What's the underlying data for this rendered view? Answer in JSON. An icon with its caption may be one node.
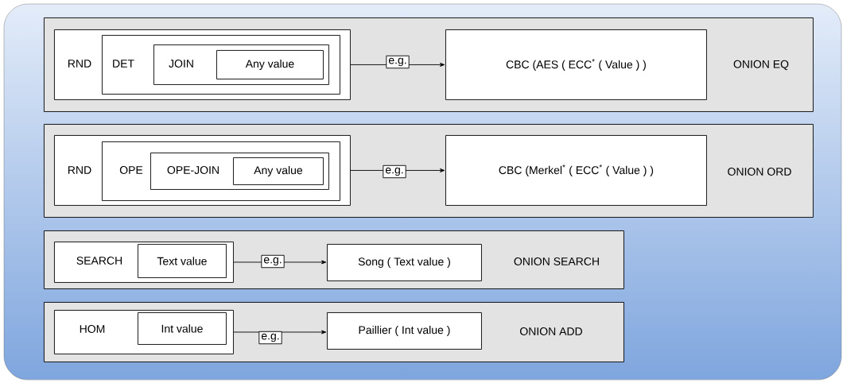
{
  "diagram": {
    "nodes": [
      {
        "text": [
          "ONION EQ"
        ]
      },
      {
        "text": [
          "RND"
        ],
        "in": 0
      },
      {
        "text": [
          "DET"
        ],
        "in": 1
      },
      {
        "text": [
          "JOIN"
        ],
        "in": 2
      },
      {
        "text": [
          "Any value"
        ],
        "in": 3
      },
      {
        "text": [
          "CBC (AES ( ECC$^{*}$ ( Value ) )"
        ],
        "in": 0
      },
      {
        "text": [
          "ONION ORD"
        ]
      },
      {
        "text": [
          "RND"
        ],
        "in": 6
      },
      {
        "text": [
          "OPE"
        ],
        "in": 7
      },
      {
        "text": [
          "OPE-JOIN"
        ],
        "in": 8
      },
      {
        "text": [
          "Any value"
        ],
        "in": 9
      },
      {
        "text": [
          "CBC (Merkel$^{*}$ ( ECC$^{*}$ ( Value ) )"
        ],
        "in": 6
      },
      {
        "text": [
          "ONION SEARCH"
        ]
      },
      {
        "text": [
          "SEARCH"
        ],
        "in": 12
      },
      {
        "text": [
          "Text value"
        ],
        "in": 13
      },
      {
        "text": [
          "Song ( Text value )"
        ],
        "in": 12
      },
      {
        "text": [
          "ONION ADD"
        ]
      },
      {
        "text": [
          "HOM"
        ],
        "in": 16
      },
      {
        "text": [
          "Int value"
        ],
        "in": 17
      },
      {
        "text": [
          "Paillier ( Int value )"
        ],
        "in": 16
      }
    ],
    "edges": [
      {
        "from": 1,
        "to": 5,
        "arrow": "to",
        "label": "e.g."
      },
      {
        "from": 7,
        "to": 11,
        "arrow": "to",
        "label": "e.g."
      },
      {
        "from": 13,
        "to": 15,
        "arrow": "to",
        "label": "e.g."
      },
      {
        "from": 17,
        "to": 19,
        "arrow": "to",
        "label": "e.g."
      }
    ]
  }
}
